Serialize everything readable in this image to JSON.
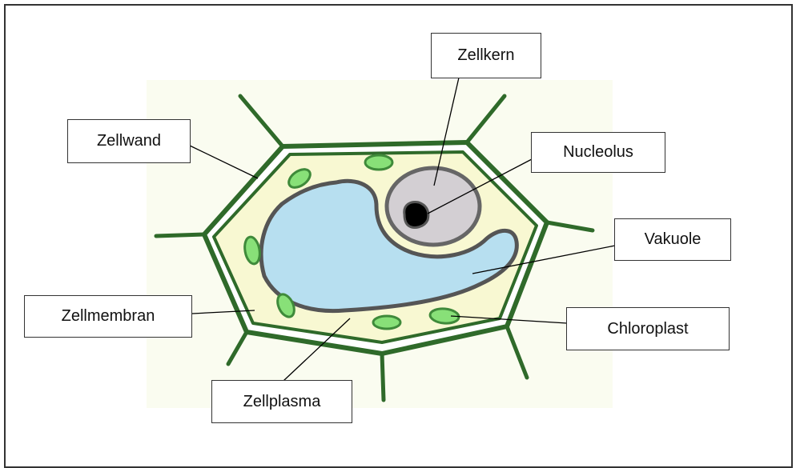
{
  "labels": {
    "zellkern": "Zellkern",
    "nucleolus": "Nucleolus",
    "zellwand": "Zellwand",
    "vakuole": "Vakuole",
    "zellmembran": "Zellmembran",
    "chloroplast": "Chloroplast",
    "zellplasma": "Zellplasma"
  },
  "colors": {
    "background_tint": "#fafcf0",
    "cell_wall": "#2f6a2a",
    "cytoplasm": "#f8f8d2",
    "vacuole_fill": "#b7dff0",
    "vacuole_outline": "#555555",
    "nucleus_fill": "#d3cfd3",
    "nucleus_outline": "#666666",
    "nucleolus": "#000000",
    "chloroplast_fill": "#88e078",
    "chloroplast_outline": "#3f8a3a",
    "leader_line": "#000000"
  }
}
